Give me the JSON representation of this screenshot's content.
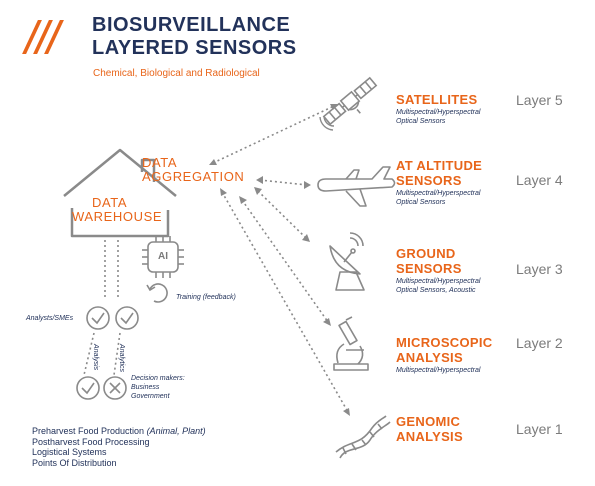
{
  "header": {
    "title_line1": "BIOSURVEILLANCE",
    "title_line2": "LAYERED SENSORS",
    "subtitle": "Chemical, Biological and Radiological"
  },
  "hub": {
    "aggregation_line1": "DATA",
    "aggregation_line2": "AGGREGATION",
    "warehouse_line1": "DATA",
    "warehouse_line2": "WAREHOUSE",
    "ai_label": "AI"
  },
  "feedback": {
    "training_label": "Training (feedback)",
    "analysts_label": "Analysts/SMEs",
    "analysis_label_1": "Analysis",
    "analysis_label_2": "Analytics",
    "decision_label_line1": "Decision makers:",
    "decision_label_line2": "Business",
    "decision_label_line3": "Government"
  },
  "layers": [
    {
      "name_line1": "SATELLITES",
      "name_line2": "",
      "desc_line1": "Multispectral/Hyperspectral",
      "desc_line2": "Optical Sensors",
      "layer": "Layer 5",
      "icon": "satellite-icon"
    },
    {
      "name_line1": "AT ALTITUDE",
      "name_line2": "SENSORS",
      "desc_line1": "Multispectral/Hyperspectral",
      "desc_line2": "Optical Sensors",
      "layer": "Layer 4",
      "icon": "airplane-icon"
    },
    {
      "name_line1": "GROUND",
      "name_line2": "SENSORS",
      "desc_line1": "Multispectral/Hyperspectral",
      "desc_line2": "Optical Sensors, Acoustic",
      "layer": "Layer 3",
      "icon": "satellite-dish-icon"
    },
    {
      "name_line1": "MICROSCOPIC",
      "name_line2": "ANALYSIS",
      "desc_line1": "Multispectral/Hyperspectral",
      "desc_line2": "",
      "layer": "Layer 2",
      "icon": "microscope-icon"
    },
    {
      "name_line1": "GENOMIC",
      "name_line2": "ANALYSIS",
      "desc_line1": "",
      "desc_line2": "",
      "layer": "Layer 1",
      "icon": "dna-icon"
    }
  ],
  "footer": {
    "line1_prefix": "Preharvest Food Production ",
    "line1_italic": "(Animal, Plant)",
    "line2": "Postharvest Food Processing",
    "line3": "Logistical Systems",
    "line4": "Points Of Distribution"
  },
  "colors": {
    "accent": "#e8651a",
    "navy": "#22325a",
    "icon_gray": "#7a7a7a",
    "layer_gray": "#7b7b7b"
  }
}
